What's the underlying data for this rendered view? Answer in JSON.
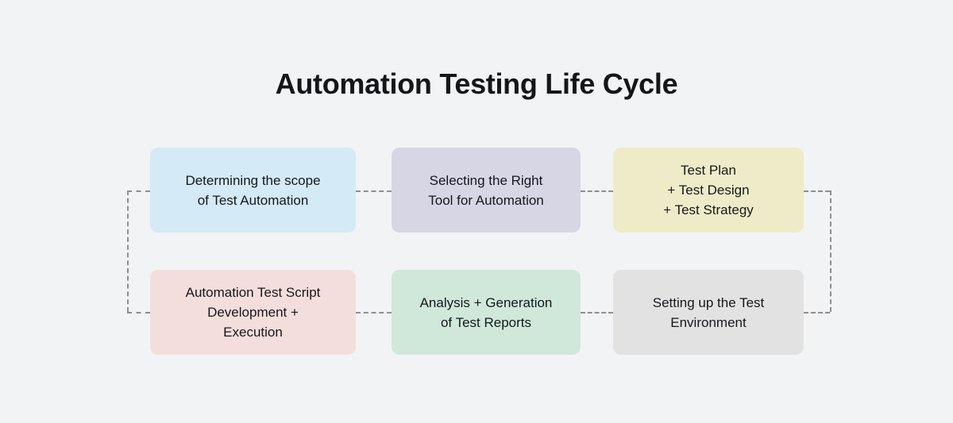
{
  "diagram": {
    "title": "Automation Testing Life Cycle",
    "background_color": "#f2f3f5",
    "title_color": "#14161a",
    "connector_color": "#8d8f94",
    "connector_style": "dashed",
    "flow_direction": "serpentine-left-to-right-then-right-to-left",
    "stages": [
      {
        "order": 1,
        "id": "scope",
        "label": "Determining the scope\nof Test Automation",
        "color": "#d4eaf7",
        "row": 1,
        "column": 1
      },
      {
        "order": 2,
        "id": "tool",
        "label": "Selecting the Right\nTool for Automation",
        "color": "#d7d6e4",
        "row": 1,
        "column": 2
      },
      {
        "order": 3,
        "id": "plan",
        "label": "Test Plan\n+ Test Design\n+ Test Strategy",
        "color": "#eeecc8",
        "row": 1,
        "column": 3
      },
      {
        "order": 4,
        "id": "environment",
        "label": "Setting up the Test\nEnvironment",
        "color": "#e2e2e2",
        "row": 2,
        "column": 3
      },
      {
        "order": 5,
        "id": "analysis",
        "label": "Analysis + Generation\nof Test Reports",
        "color": "#cfe8da",
        "row": 2,
        "column": 2
      },
      {
        "order": 6,
        "id": "script",
        "label": "Automation Test Script\nDevelopment +\nExecution",
        "color": "#f4dedb",
        "row": 2,
        "column": 1
      }
    ]
  }
}
